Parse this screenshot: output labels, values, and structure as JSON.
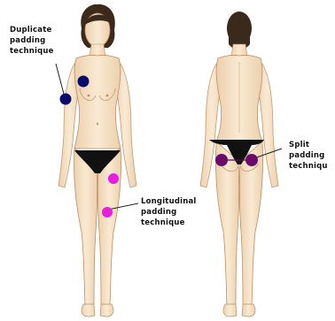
{
  "labels": {
    "duplicate": [
      "Duplicate",
      "padding",
      "technique"
    ],
    "longitudinal": [
      "Longitudinal",
      "padding",
      "technique"
    ],
    "split": [
      "Split",
      "padding",
      "techniqu"
    ]
  },
  "colors": {
    "skin": "#f6e2c7",
    "skin_shadow": "#e6c39c",
    "outline": "#b99066",
    "hair": "#3b2a1c",
    "underwear": "#111111",
    "duplicate_dot": "#0b0b6e",
    "longitudinal_dot": "#e51ee0",
    "split_dot": "#6b0a6b",
    "leader_line": "#222222"
  }
}
